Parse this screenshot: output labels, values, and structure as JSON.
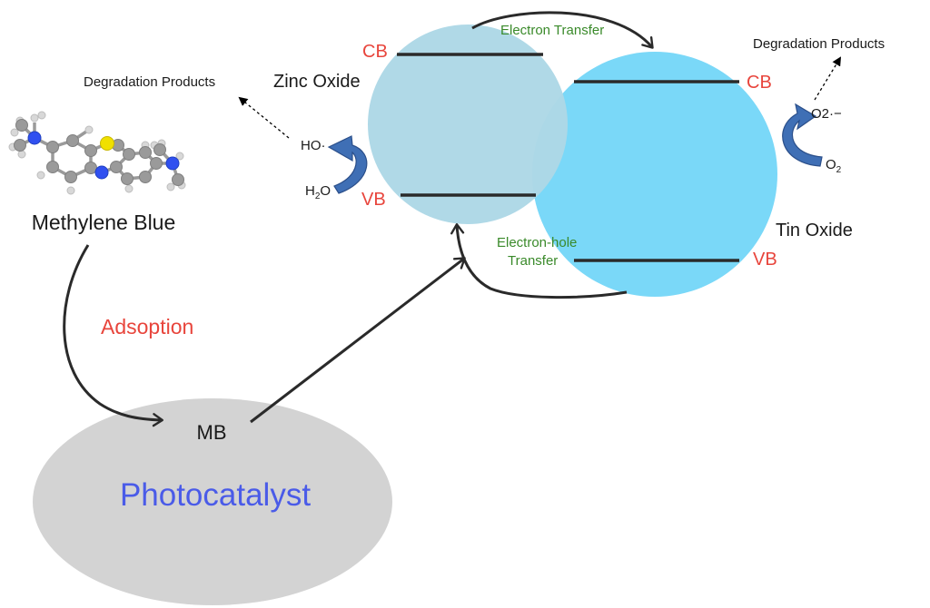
{
  "molecule": {
    "name": "Methylene Blue"
  },
  "process": {
    "adsorption_label": "Adsoption"
  },
  "photocatalyst": {
    "label": "Photocatalyst",
    "adsorbed_label": "MB"
  },
  "zinc_oxide": {
    "name": "Zinc Oxide",
    "cb_label": "CB",
    "vb_label": "VB",
    "reaction_in": "H2O",
    "reaction_out": "HO·",
    "products": "Degradation Products"
  },
  "tin_oxide": {
    "name": "Tin Oxide",
    "cb_label": "CB",
    "vb_label": "VB",
    "reaction_in": "O2",
    "reaction_out": "O2·−",
    "products": "Degradation Products"
  },
  "transfers": {
    "electron": "Electron Transfer",
    "hole_line1": "Electron-hole",
    "hole_line2": "Transfer"
  },
  "colors": {
    "zinc_oxide_fill": "#add8e6",
    "tin_oxide_fill": "#7ad8f8",
    "photocatalyst_fill": "#d3d3d3",
    "band_label": "#e8453c",
    "transfer_label": "#3a8a2a",
    "reaction_arrow": "#3f6fb5"
  }
}
